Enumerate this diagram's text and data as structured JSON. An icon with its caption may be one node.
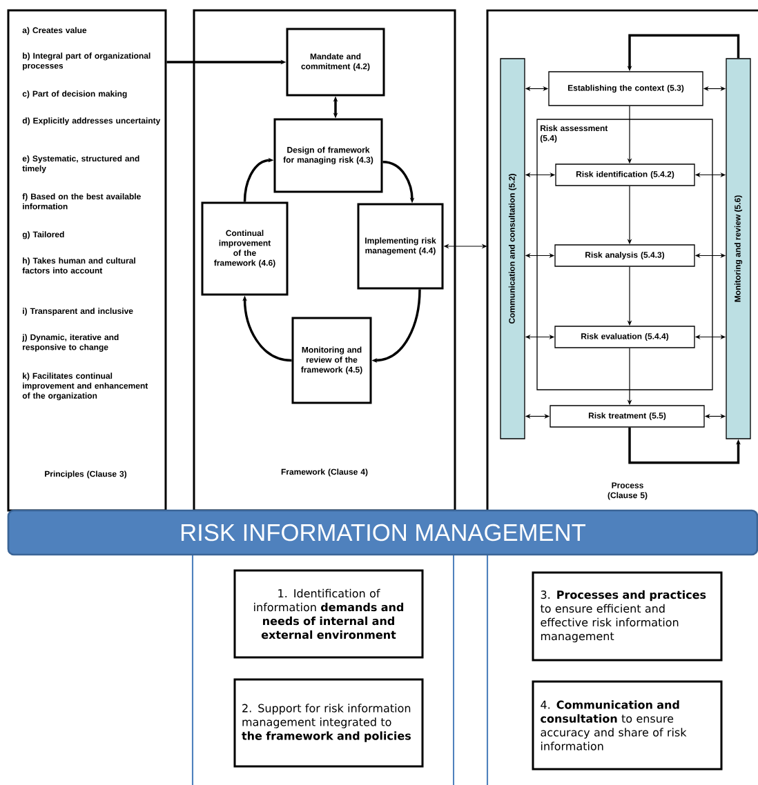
{
  "diagram": {
    "nodes": [
      {
        "text": [
          "a) Creates value",
          "b) Integral part of organizational processes",
          "c) Part of decision making",
          "d) Explicitly addresses uncertainty",
          "e) Systematic, structured and timely",
          "f) Based on the best available information",
          "g) Tailored",
          "h) Takes human and cultural factors into account",
          "i) Transparent and inclusive",
          "j) Dynamic, iterative and responsive to change",
          "k) Facilitates continual improvement and enhancement of the organization",
          "Principles (Clause 3)"
        ]
      },
      {
        "text": [
          "Framework (Clause 4)"
        ]
      },
      {
        "text": [
          "Mandate and commitment (4.2)"
        ],
        "in": 1
      },
      {
        "text": [
          "Design of framework for managing risk (4.3)"
        ],
        "in": 1
      },
      {
        "text": [
          "Implementing risk management (4.4)"
        ],
        "in": 1
      },
      {
        "text": [
          "Monitoring and review of the framework (4.5)"
        ],
        "in": 1
      },
      {
        "text": [
          "Continual improvement of the framework (4.6)"
        ],
        "in": 1
      },
      {
        "text": [
          "Process (Clause 5)"
        ]
      },
      {
        "text": [
          "Communication and consultation (5.2)"
        ],
        "in": 7
      },
      {
        "text": [
          "Establishing the context (5.3)"
        ],
        "in": 7
      },
      {
        "text": [
          "Risk assessment (5.4)"
        ],
        "in": 7
      },
      {
        "text": [
          "Risk identification (5.4.2)"
        ],
        "in": 10
      },
      {
        "text": [
          "Risk analysis (5.4.3)"
        ],
        "in": 10
      },
      {
        "text": [
          "Risk evaluation (5.4.4)"
        ],
        "in": 10
      },
      {
        "text": [
          "Risk treatment (5.5)"
        ],
        "in": 7
      },
      {
        "text": [
          "Monitoring and review (5.6)"
        ],
        "in": 7
      },
      {
        "text": [
          "RISK INFORMATION MANAGEMENT"
        ]
      },
      {
        "text": [
          "1. Identification of information **demands and needs of internal and external environment**"
        ]
      },
      {
        "text": [
          "2. Support for risk information management integrated to **the framework and policies**"
        ]
      },
      {
        "text": [
          "3. **Processes and practices** to ensure efficient and effective risk information management"
        ]
      },
      {
        "text": [
          "4. **Communication and consultation** to ensure accuracy and share of risk information"
        ]
      }
    ],
    "edges": [
      {
        "from": 0,
        "to": 2,
        "arrow": "to",
        "style": "thick"
      },
      {
        "from": 2,
        "to": 3,
        "arrow": "both",
        "style": "thick"
      },
      {
        "from": 3,
        "to": 4,
        "arrow": "to",
        "style": "thick"
      },
      {
        "from": 4,
        "to": 5,
        "arrow": "to",
        "style": "thick"
      },
      {
        "from": 5,
        "to": 6,
        "arrow": "to",
        "style": "thick"
      },
      {
        "from": 6,
        "to": 3,
        "arrow": "to",
        "style": "thick"
      },
      {
        "from": 4,
        "to": 7,
        "arrow": "both"
      },
      {
        "from": 8,
        "to": 9,
        "arrow": "both"
      },
      {
        "from": 9,
        "to": 15,
        "arrow": "both"
      },
      {
        "from": 8,
        "to": 11,
        "arrow": "both"
      },
      {
        "from": 11,
        "to": 15,
        "arrow": "both"
      },
      {
        "from": 8,
        "to": 12,
        "arrow": "both"
      },
      {
        "from": 12,
        "to": 15,
        "arrow": "both"
      },
      {
        "from": 8,
        "to": 13,
        "arrow": "both"
      },
      {
        "from": 13,
        "to": 15,
        "arrow": "both"
      },
      {
        "from": 8,
        "to": 14,
        "arrow": "both"
      },
      {
        "from": 14,
        "to": 15,
        "arrow": "both"
      },
      {
        "from": 9,
        "to": 11,
        "arrow": "to"
      },
      {
        "from": 11,
        "to": 12,
        "arrow": "to"
      },
      {
        "from": 12,
        "to": 13,
        "arrow": "to"
      },
      {
        "from": 13,
        "to": 14,
        "arrow": "to"
      },
      {
        "from": 14,
        "to": 15,
        "arrow": "to",
        "style": "thick"
      },
      {
        "from": 15,
        "to": 9,
        "arrow": "to",
        "style": "thick"
      }
    ]
  }
}
